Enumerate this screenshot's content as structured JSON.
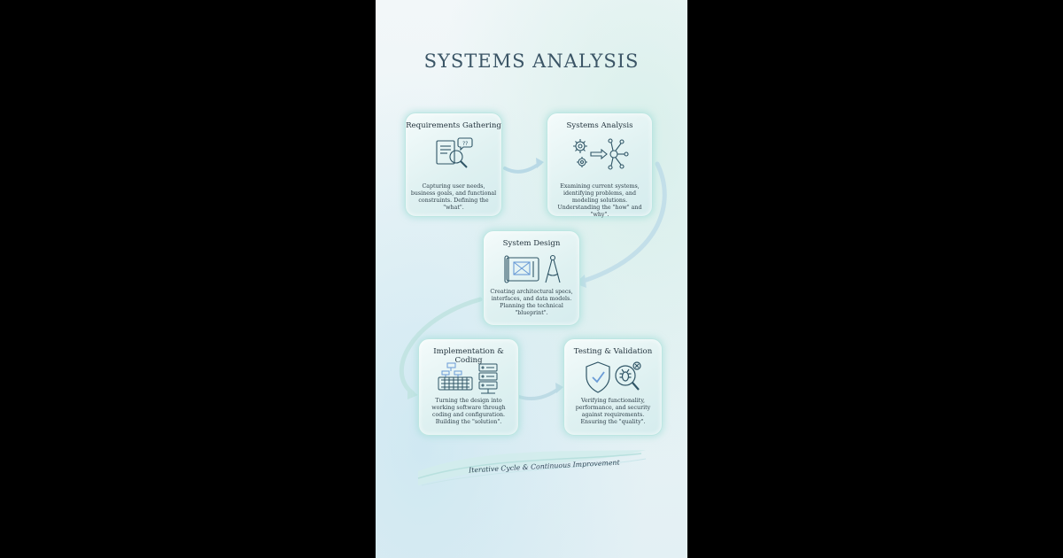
{
  "title": "SYSTEMS ANALYSIS",
  "steps": [
    {
      "title": "Requirements Gathering",
      "desc": "Capturing user needs, business goals, and functional constraints. Defining the \"what\".",
      "icon": "document-search-icon"
    },
    {
      "title": "Systems Analysis",
      "desc": "Examining current systems, identifying problems, and modeling solutions. Understanding the \"how\" and \"why\".",
      "icon": "gears-network-icon"
    },
    {
      "title": "System Design",
      "desc": "Creating architectural specs, interfaces, and data models. Planning the technical \"blueprint\".",
      "icon": "blueprint-compass-icon"
    },
    {
      "title": "Implementation & Coding",
      "desc": "Turning the design into working software through coding and configuration. Building the \"solution\".",
      "icon": "keyboard-server-icon"
    },
    {
      "title": "Testing & Validation",
      "desc": "Verifying functionality, performance, and security against requirements. Ensuring the \"quality\".",
      "icon": "shield-bug-icon"
    }
  ],
  "footer": "Iterative Cycle & Continuous Improvement",
  "colors": {
    "line": "#2f5566",
    "accent": "#6a9bd6",
    "arrow": "#a9d0e3"
  }
}
